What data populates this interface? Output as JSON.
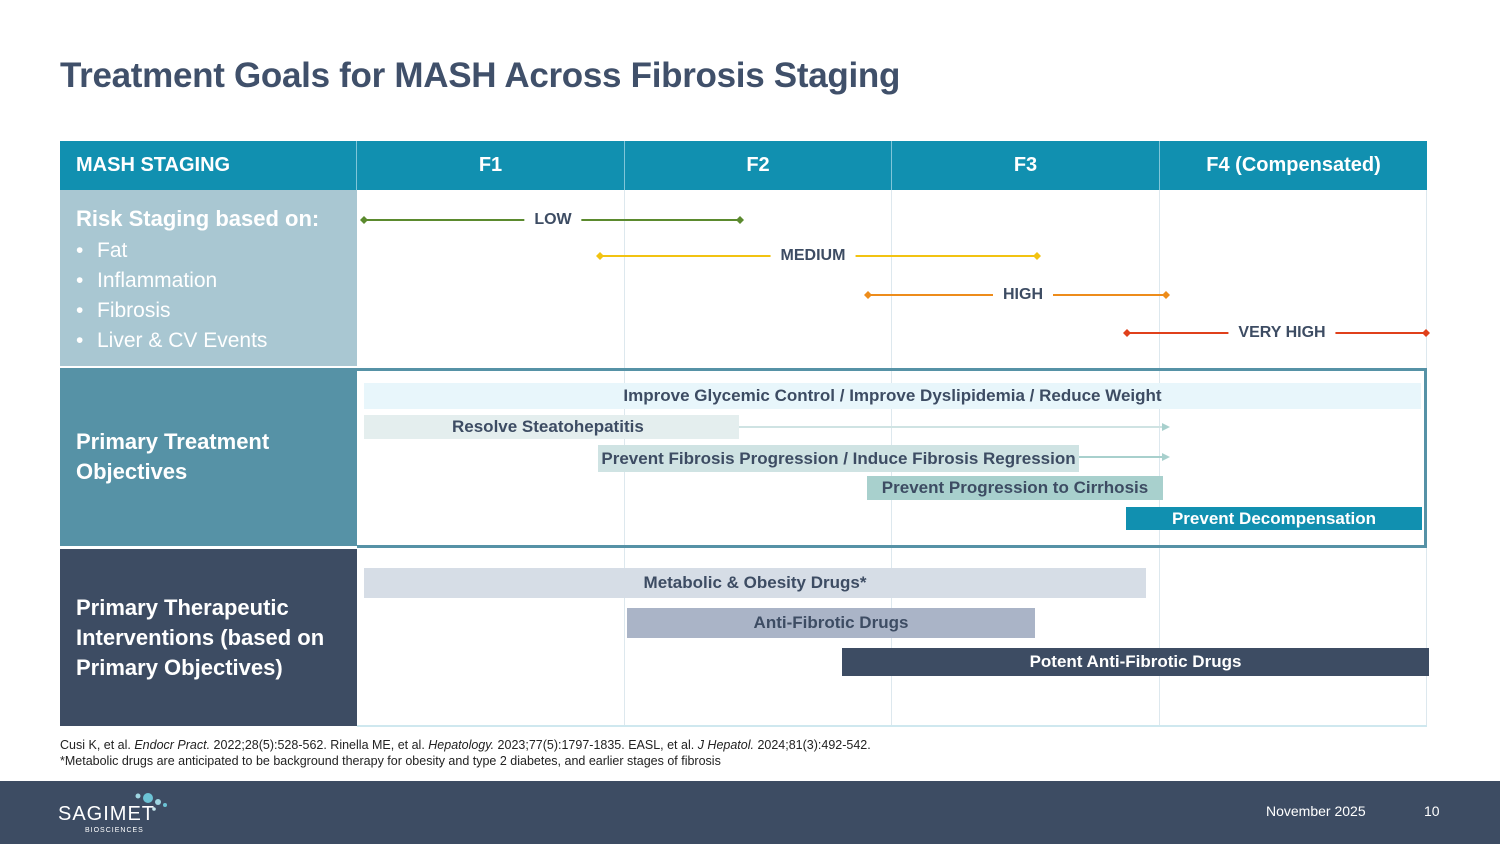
{
  "title": "Treatment Goals for MASH Across Fibrosis Staging",
  "header": {
    "row_label": "MASH STAGING",
    "stages": [
      "F1",
      "F2",
      "F3",
      "F4 (Compensated)"
    ]
  },
  "risk": {
    "title": "Risk Staging based on:",
    "items": [
      "Fat",
      "Inflammation",
      "Fibrosis",
      "Liver & CV Events"
    ],
    "levels": [
      {
        "label": "LOW",
        "color": "#5b8a2e"
      },
      {
        "label": "MEDIUM",
        "color": "#f2c311"
      },
      {
        "label": "HIGH",
        "color": "#ed8c1b"
      },
      {
        "label": "VERY HIGH",
        "color": "#e0401b"
      }
    ]
  },
  "objectives": {
    "label": "Primary Treatment Objectives",
    "bars": [
      "Improve Glycemic Control / Improve Dyslipidemia / Reduce Weight",
      "Resolve Steatohepatitis",
      "Prevent Fibrosis Progression / Induce Fibrosis Regression",
      "Prevent Progression to Cirrhosis",
      "Prevent Decompensation"
    ]
  },
  "interventions": {
    "label": "Primary Therapeutic Interventions (based on Primary Objectives)",
    "bars": [
      "Metabolic & Obesity Drugs*",
      "Anti-Fibrotic Drugs",
      "Potent Anti-Fibrotic Drugs"
    ]
  },
  "references": {
    "r1_pre": "Cusi K, et al. ",
    "r1_journal": "Endocr Pract.",
    "r1_post": " 2022;28(5):528-562. Rinella ME, et al. ",
    "r2_journal": "Hepatology.",
    "r2_post": " 2023;77(5):1797-1835. EASL, et al. ",
    "r3_journal": "J Hepatol.",
    "r3_post": " 2024;81(3):492-542.",
    "note": "*Metabolic drugs are anticipated to be background therapy for obesity and type 2 diabetes, and earlier stages of fibrosis"
  },
  "footer": {
    "brand": "SAGIMET",
    "brand_sub": "BIOSCIENCES",
    "date": "November 2025",
    "page": "10",
    "logo_dot_colors": [
      "#6cc3d5",
      "#9fd6e2",
      "#c8e8ef"
    ]
  }
}
